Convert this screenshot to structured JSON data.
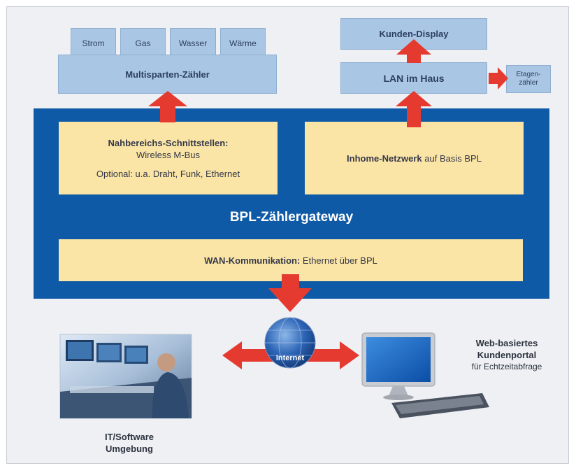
{
  "meters": {
    "tabs": [
      "Strom",
      "Gas",
      "Wasser",
      "Wärme"
    ],
    "label": "Multisparten-Zähler"
  },
  "right_stack": {
    "display": "Kunden-Display",
    "lan": "LAN im Haus",
    "etagen": [
      "Etagen-",
      "zähler"
    ]
  },
  "gateway": {
    "title": "BPL-Zählergateway",
    "nah": {
      "heading": "Nahbereichs-Schnittstellen:",
      "line1": "Wireless M-Bus",
      "line2": "Optional: u.a. Draht, Funk, Ethernet"
    },
    "inhome": {
      "bold": "Inhome-Netzwerk",
      "rest": " auf Basis BPL"
    },
    "wan": {
      "bold": "WAN-Kommunikation:",
      "rest": " Ethernet über BPL"
    }
  },
  "globe_label": "Internet",
  "portal": {
    "line1": "Web-basiertes",
    "line2": "Kundenportal",
    "line3": "für Echtzeitabfrage"
  },
  "it": {
    "line1": "IT/Software",
    "line2": "Umgebung"
  },
  "colors": {
    "gateway": "#0f5aa6",
    "panel": "#fbe5a6",
    "box": "#a9c6e4",
    "arrow": "#e53a2f"
  }
}
